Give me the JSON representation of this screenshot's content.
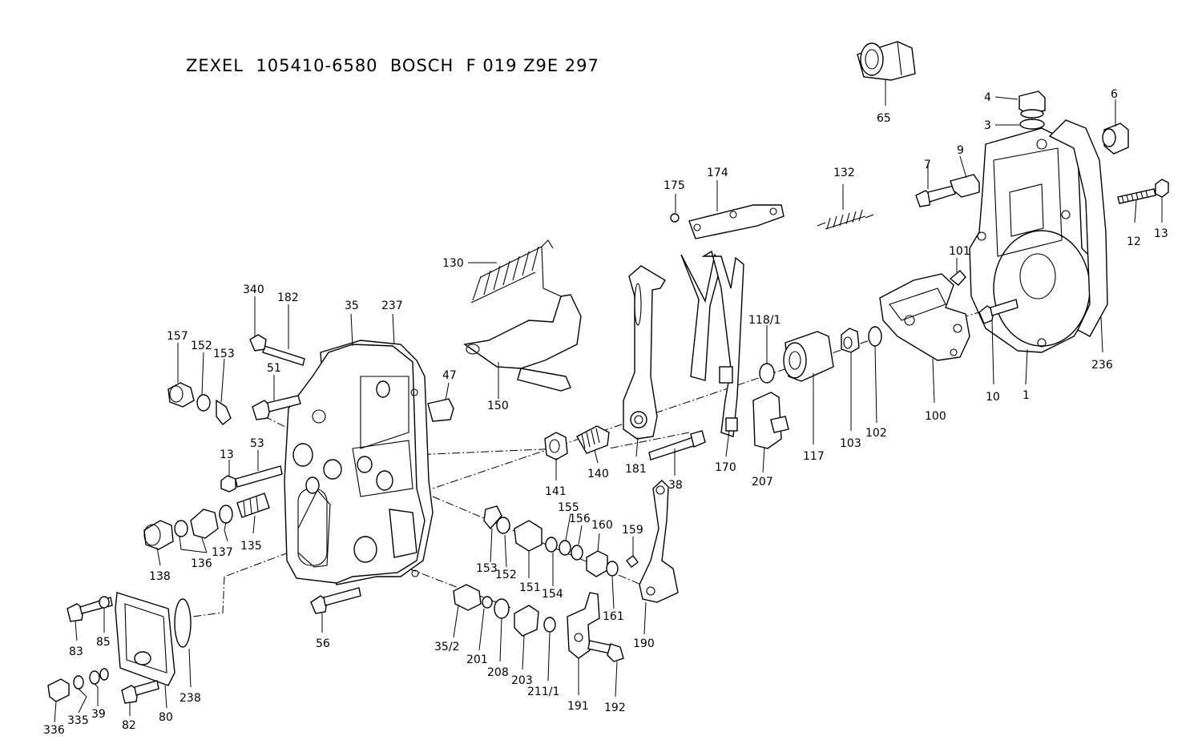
{
  "header": {
    "title": "ZEXEL  105410-6580  BOSCH  F 019 Z9E 297"
  },
  "part_labels": [
    "65",
    "4",
    "3",
    "6",
    "7",
    "9",
    "13",
    "12",
    "10",
    "1",
    "236",
    "101",
    "100",
    "102",
    "103",
    "117",
    "118/1",
    "132",
    "174",
    "175",
    "130",
    "150",
    "340",
    "182",
    "35",
    "237",
    "157",
    "152",
    "153",
    "51",
    "47",
    "13",
    "53",
    "135",
    "137",
    "136",
    "138",
    "141",
    "140",
    "181",
    "38",
    "170",
    "207",
    "155",
    "156",
    "160",
    "159",
    "153",
    "152",
    "151",
    "154",
    "161",
    "190",
    "35/2",
    "201",
    "208",
    "203",
    "211/1",
    "191",
    "192",
    "56",
    "83",
    "85",
    "238",
    "80",
    "82",
    "39",
    "335",
    "336"
  ]
}
